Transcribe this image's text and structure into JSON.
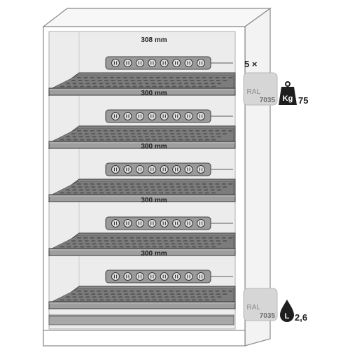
{
  "shelves": [
    {
      "width_label": "308 mm",
      "socket_count": 8
    },
    {
      "width_label": "300 mm",
      "socket_count": 8
    },
    {
      "width_label": "300 mm",
      "socket_count": 8
    },
    {
      "width_label": "300 mm",
      "socket_count": 8
    },
    {
      "width_label": "300 mm",
      "socket_count": 8
    }
  ],
  "shelf_quantity": "5 ×",
  "shelf_spec": {
    "color_name": "RAL",
    "color_code": "7035",
    "weight_unit": "Kg",
    "load_capacity": "75",
    "icon": "weight-icon"
  },
  "sump_spec": {
    "color_name": "RAL",
    "color_code": "7035",
    "volume_unit": "L",
    "volume": "2,6",
    "icon": "drop-icon"
  },
  "colors": {
    "cabinet_fill": "#ffffff",
    "cabinet_stroke": "#8a8a8a",
    "interior": "#ececec",
    "shelf": "#8c8c8c",
    "power_strip": "#9a9a9a",
    "swatch": "#d6d6d6",
    "icon": "#1e1e1e"
  }
}
